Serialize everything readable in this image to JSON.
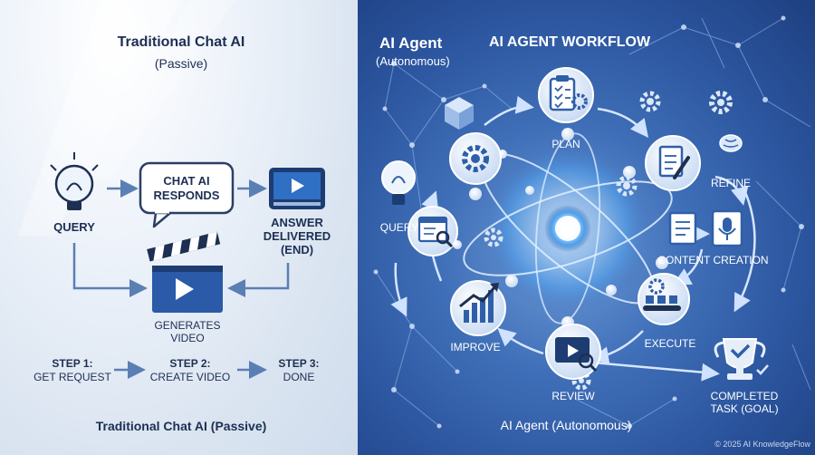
{
  "left_panel": {
    "title": "Traditional Chat AI",
    "subtitle": "(Passive)",
    "nodes": {
      "query": "QUERY",
      "chat_line1": "CHAT AI",
      "chat_line2": "RESPONDS",
      "answer_line1": "ANSWER",
      "answer_line2": "DELIVERED",
      "answer_line3": "(END)",
      "video_line1": "GENERATES",
      "video_line2": "VIDEO"
    },
    "steps": [
      {
        "label": "STEP 1:",
        "text": "GET REQUEST"
      },
      {
        "label": "STEP 2:",
        "text": "CREATE VIDEO"
      },
      {
        "label": "STEP 3:",
        "text": "DONE"
      }
    ],
    "footer": "Traditional Chat AI (Passive)"
  },
  "right_panel": {
    "title": "AI Agent",
    "subtitle": "(Autonomous)",
    "workflow_title": "AI AGENT WORKFLOW",
    "nodes": {
      "query": "QUERY",
      "plan": "PLAN",
      "refine": "REFINE",
      "content_creation": "CONTENT CREATION",
      "execute": "EXECUTE",
      "review": "REVIEW",
      "improve": "IMPROVE",
      "completed_line1": "COMPLETED",
      "completed_line2": "TASK (GOAL)"
    },
    "footer": "AI Agent (Autonomous)",
    "copyright": "© 2025 AI KnowledgeFlow"
  },
  "colors": {
    "dark_navy": "#1d2f52",
    "arrow_blue": "#5a7fb4",
    "icon_blue": "#2f5fa8",
    "panel_right": "#3f6fb8",
    "core_glow": "#e8f4ff"
  }
}
